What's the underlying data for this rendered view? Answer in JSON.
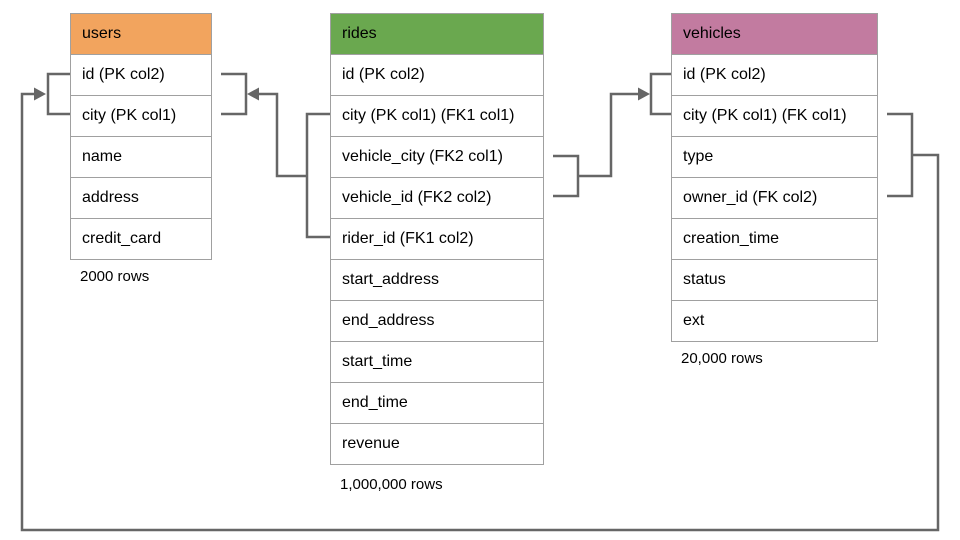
{
  "diagram": {
    "line_color": "#666666",
    "border_color": "#a0a0a0",
    "tables": [
      {
        "name": "users",
        "header_color": "#F2A45E",
        "rows_label": "2000 rows",
        "columns": [
          "id (PK col2)",
          "city (PK col1)",
          "name",
          "address",
          "credit_card"
        ]
      },
      {
        "name": "rides",
        "header_color": "#6AA84F",
        "rows_label": "1,000,000 rows",
        "columns": [
          "id (PK col2)",
          "city (PK col1) (FK1 col1)",
          "vehicle_city (FK2 col1)",
          "vehicle_id (FK2 col2)",
          "rider_id (FK1 col2)",
          "start_address",
          "end_address",
          "start_time",
          "end_time",
          "revenue"
        ]
      },
      {
        "name": "vehicles",
        "header_color": "#C27BA0",
        "rows_label": "20,000 rows",
        "columns": [
          "id (PK col2)",
          "city (PK col1) (FK col1)",
          "type",
          "owner_id (FK col2)",
          "creation_time",
          "status",
          "ext"
        ]
      }
    ],
    "relationships": [
      {
        "label": "FK1",
        "from": "rides (city, rider_id)",
        "to": "users (id, city)"
      },
      {
        "label": "FK2",
        "from": "rides (vehicle_city, vehicle_id)",
        "to": "vehicles (id, city)"
      },
      {
        "label": "FK",
        "from": "vehicles (city, owner_id)",
        "to": "users (id, city)"
      }
    ]
  }
}
